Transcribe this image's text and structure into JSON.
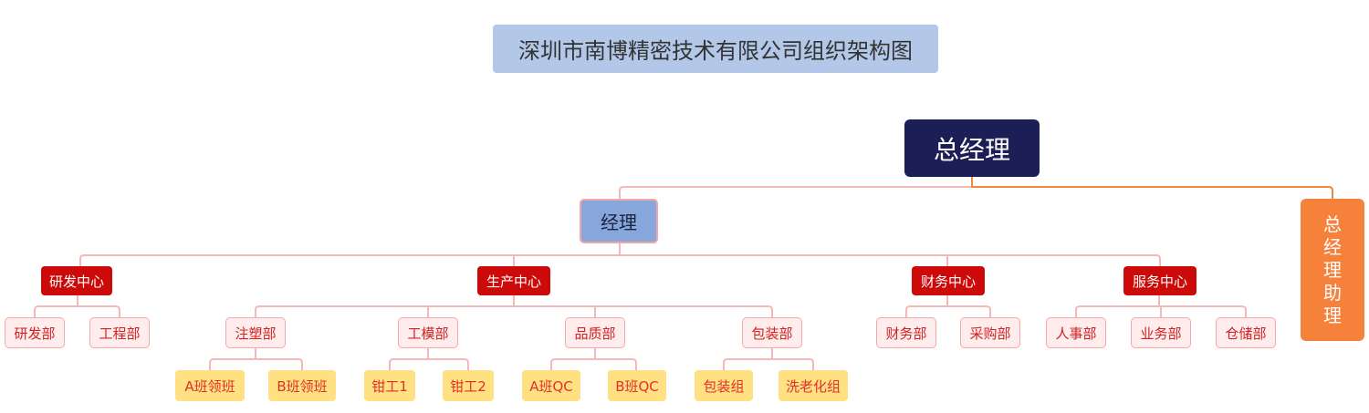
{
  "title": "深圳市南博精密技术有限公司组织架构图",
  "general_manager": "总经理",
  "manager": "经理",
  "assistant": "总经理助理",
  "centers": [
    {
      "label": "研发中心",
      "departments": [
        {
          "label": "研发部",
          "teams": []
        },
        {
          "label": "工程部",
          "teams": []
        }
      ]
    },
    {
      "label": "生产中心",
      "departments": [
        {
          "label": "注塑部",
          "teams": [
            "A班领班",
            "B班领班"
          ]
        },
        {
          "label": "工模部",
          "teams": [
            "钳工1",
            "钳工2"
          ]
        },
        {
          "label": "品质部",
          "teams": [
            "A班QC",
            "B班QC"
          ]
        },
        {
          "label": "包装部",
          "teams": [
            "包装组",
            "洗老化组"
          ]
        }
      ]
    },
    {
      "label": "财务中心",
      "departments": [
        {
          "label": "财务部",
          "teams": []
        },
        {
          "label": "采购部",
          "teams": []
        }
      ]
    },
    {
      "label": "服务中心",
      "departments": [
        {
          "label": "人事部",
          "teams": []
        },
        {
          "label": "业务部",
          "teams": []
        },
        {
          "label": "仓储部",
          "teams": []
        }
      ]
    }
  ],
  "colors": {
    "title_bg": "#b3c8e8",
    "general_manager_bg": "#1b1f56",
    "manager_bg": "#86a6dc",
    "assistant_bg": "#f5813b",
    "center_bg": "#cc0a0a",
    "department_bg": "#ffecec",
    "team_bg": "#ffe082",
    "connector": "#f5b8b8",
    "assistant_connector": "#f0883c"
  }
}
